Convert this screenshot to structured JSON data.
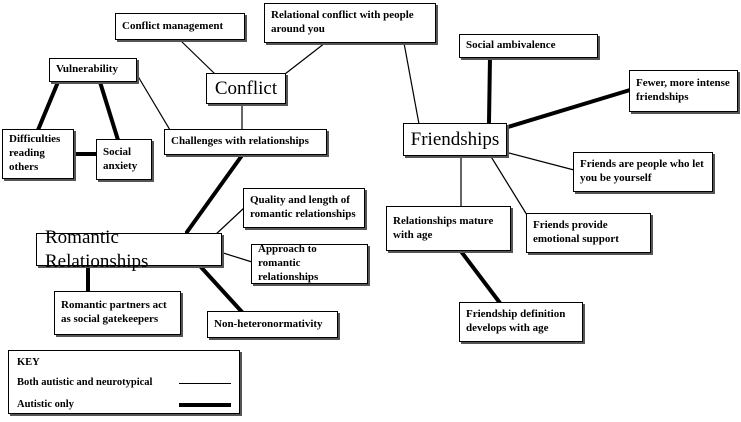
{
  "nodes": {
    "conflict": "Conflict",
    "conflict_management": "Conflict management",
    "relational_conflict": "Relational conflict with people around you",
    "vulnerability": "Vulnerability",
    "difficulties_reading": "Difficulties reading others",
    "social_anxiety": "Social anxiety",
    "challenges_relationships": "Challenges with relationships",
    "friendships": "Friendships",
    "social_ambivalence": "Social ambivalence",
    "fewer_friendships": "Fewer, more intense friendships",
    "friends_yourself": "Friends are people who let you be yourself",
    "friends_support": "Friends provide emotional support",
    "relationships_mature": "Relationships mature with age",
    "friendship_definition": "Friendship definition develops with age",
    "romantic": "Romantic Relationships",
    "quality_length": "Quality and length of romantic relationships",
    "approach_romantic": "Approach to romantic relationships",
    "gatekeepers": "Romantic partners act as social gatekeepers",
    "non_hetero": "Non-heteronormativity"
  },
  "key": {
    "title": "KEY",
    "both_label": "Both autistic and neurotypical",
    "autistic_label": "Autistic only"
  }
}
